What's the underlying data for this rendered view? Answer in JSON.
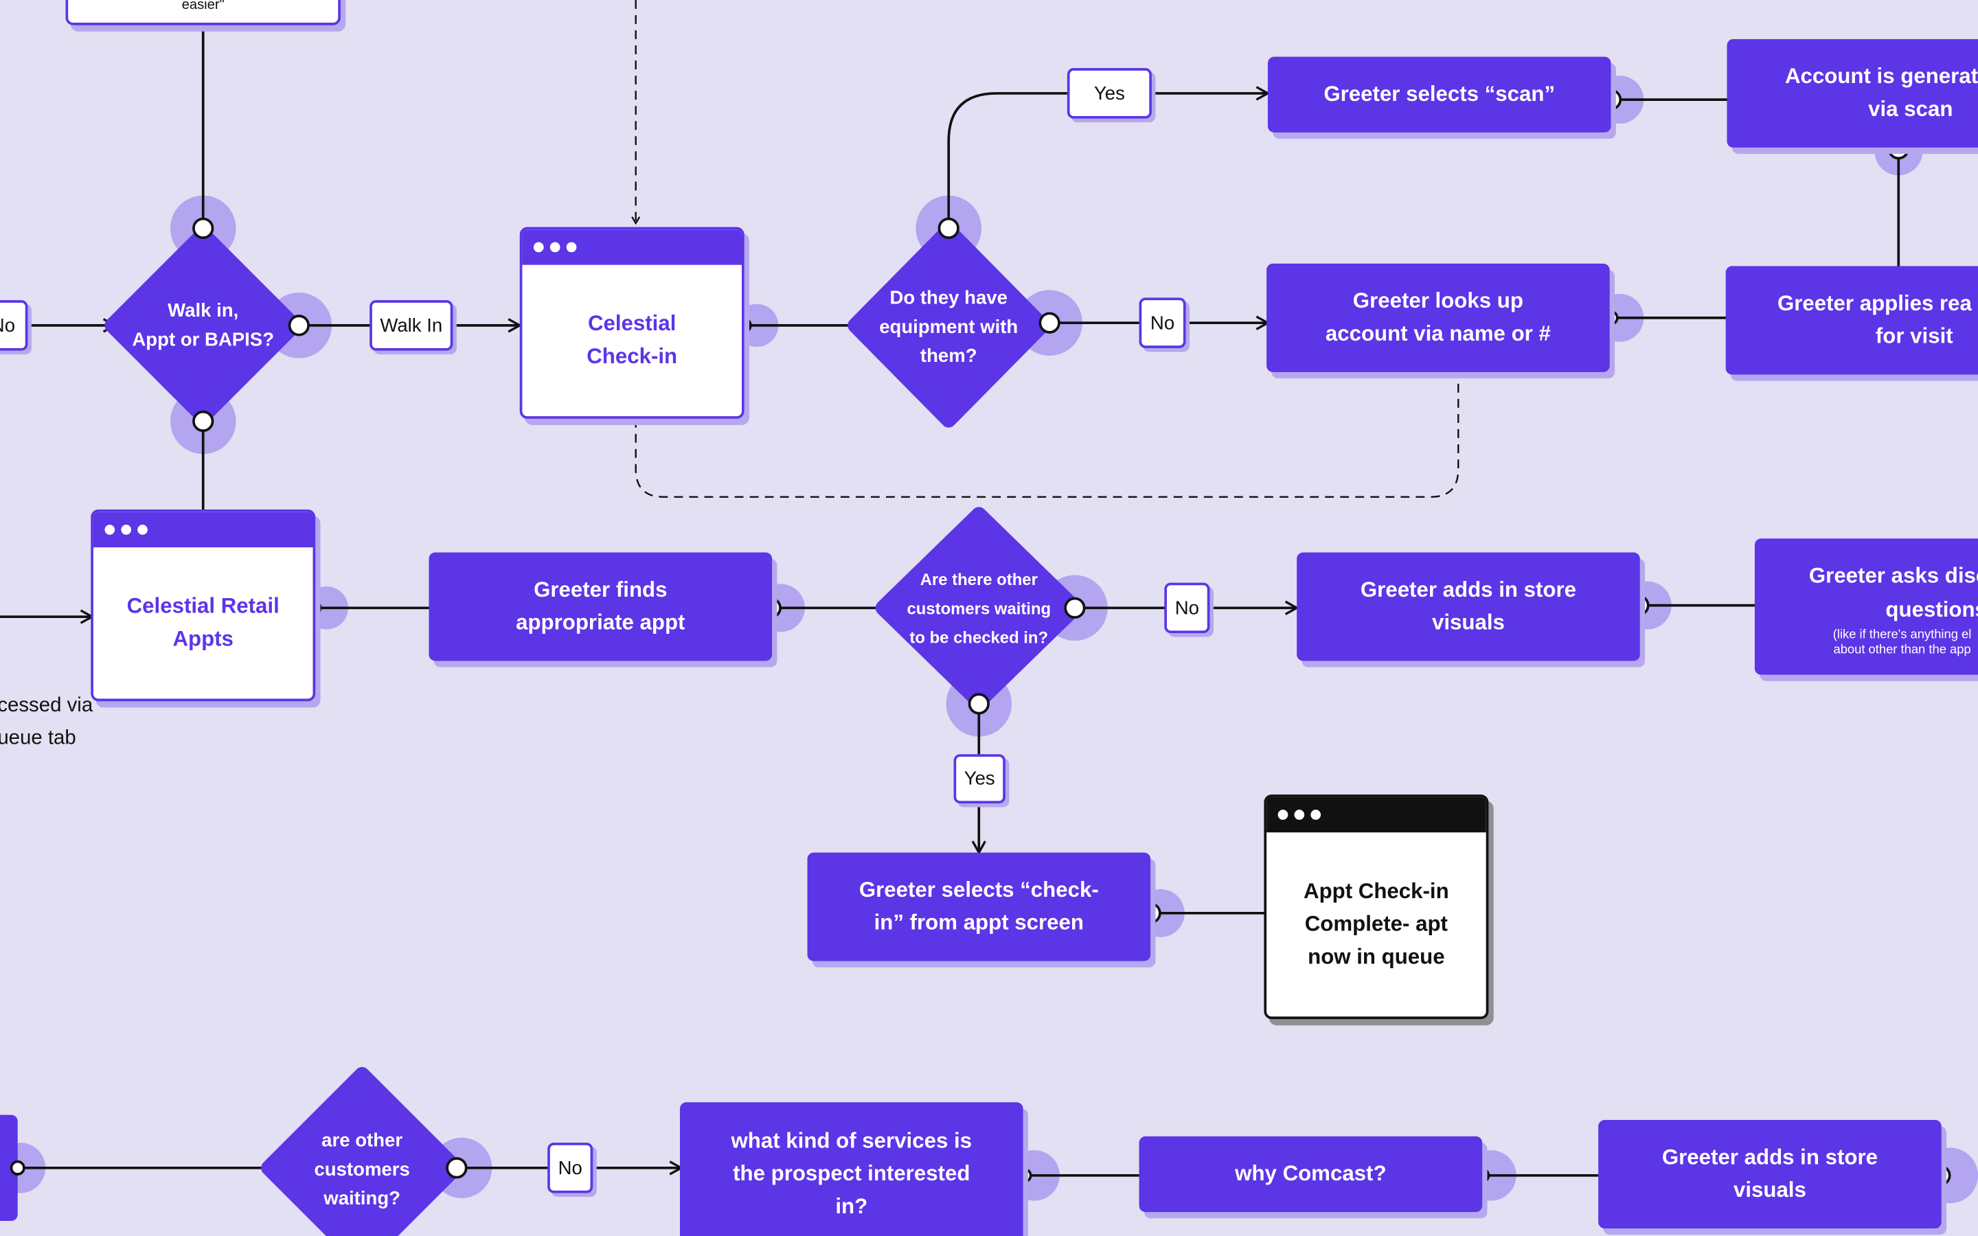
{
  "colors": {
    "background": "#e2e0f2",
    "primary": "#5b35e6",
    "shadow": "#b5a8ee",
    "line": "#111111",
    "dark_window": "#111111"
  },
  "icons": {
    "window_dots": "three-dots",
    "arrow": "arrowhead",
    "port": "open-circle-connector"
  },
  "top_note": "easier\"",
  "left_notes": [
    "cessed via",
    "ueue tab"
  ],
  "decisions": {
    "walk_in": [
      "Walk in,",
      "Appt or BAPIS?"
    ],
    "equipment": [
      "Do they have",
      "equipment with",
      "them?"
    ],
    "customers_waiting": [
      "Are there other",
      "customers waiting",
      "to be checked in?"
    ],
    "other_waiting": [
      "are other",
      "customers",
      "waiting?"
    ]
  },
  "windows": {
    "celestial_checkin": [
      "Celestial",
      "Check-in"
    ],
    "celestial_retail": [
      "Celestial Retail",
      "Appts"
    ],
    "appt_complete": [
      "Appt Check-in",
      "Complete- apt",
      "now in queue"
    ]
  },
  "boxes": {
    "selects_scan": "Greeter selects “scan”",
    "account_generated": [
      "Account is generat",
      "via scan"
    ],
    "looks_up": [
      "Greeter looks up",
      "account via name or #"
    ],
    "applies_reason": [
      "Greeter applies rea",
      "for visit"
    ],
    "finds_appt": [
      "Greeter finds",
      "appropriate appt"
    ],
    "adds_visuals_1": [
      "Greeter adds in store",
      "visuals"
    ],
    "asks_discovery": [
      "Greeter asks disc",
      "questions"
    ],
    "asks_discovery_sub": [
      "(like if there's anything el",
      "about other than the app"
    ],
    "selects_checkin": [
      "Greeter selects “check-",
      "in” from appt screen"
    ],
    "services_interested": [
      "what kind of services is",
      "the prospect interested",
      "in?"
    ],
    "why_comcast": "why Comcast?",
    "adds_visuals_2": [
      "Greeter adds in store",
      "visuals"
    ]
  },
  "tags": {
    "no_left": "No",
    "walk_in": "Walk In",
    "yes_top": "Yes",
    "no_equipment": "No",
    "no_waiting": "No",
    "yes_waiting": "Yes",
    "no_bottom": "No"
  }
}
